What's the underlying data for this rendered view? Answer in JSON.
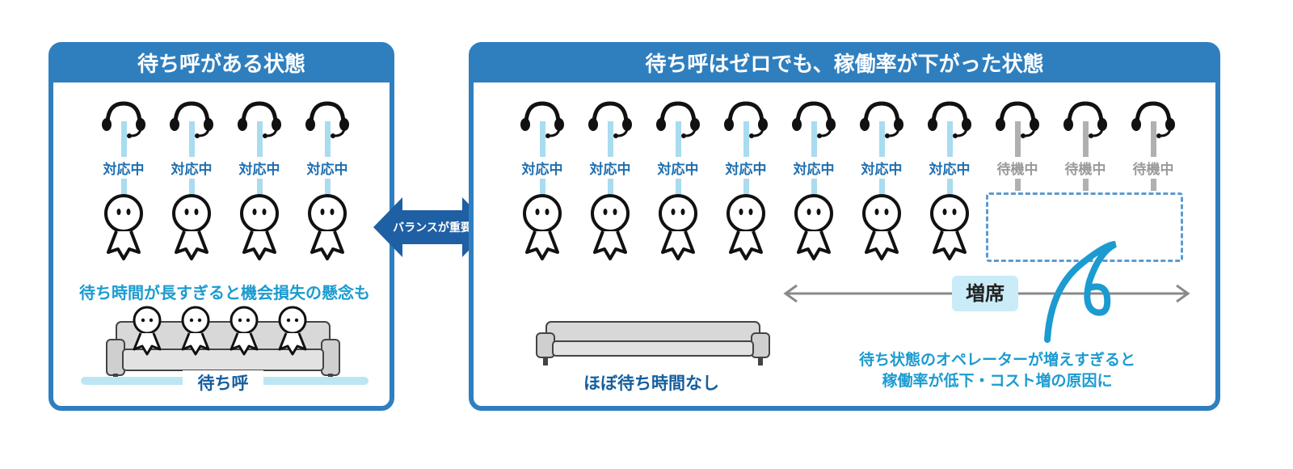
{
  "left_panel": {
    "title": "待ち呼がある状態",
    "agents": [
      "対応中",
      "対応中",
      "対応中",
      "対応中"
    ],
    "caption": "待ち時間が長すぎると機会損失の懸念も",
    "queue_label": "待ち呼"
  },
  "center": {
    "label": "バランスが重要"
  },
  "right_panel": {
    "title": "待ち呼はゼロでも、稼働率が下がった状態",
    "agents": [
      "対応中",
      "対応中",
      "対応中",
      "対応中",
      "対応中",
      "対応中",
      "対応中",
      "待機中",
      "待機中",
      "待機中"
    ],
    "increase_label": "増席",
    "sofa_caption": "ほぼ待ち時間なし",
    "note_line1": "待ち状態のオペレーターが増えすぎると",
    "note_line2": "稼働率が低下・コスト増の原因に"
  },
  "colors": {
    "panel_blue": "#2f7fbf",
    "busy_text": "#1f6fb0",
    "idle_text": "#9a9a9a",
    "cable_busy": "#a9dcef",
    "cable_idle": "#b0b0b0",
    "accent_cyan": "#1b9bd0"
  }
}
